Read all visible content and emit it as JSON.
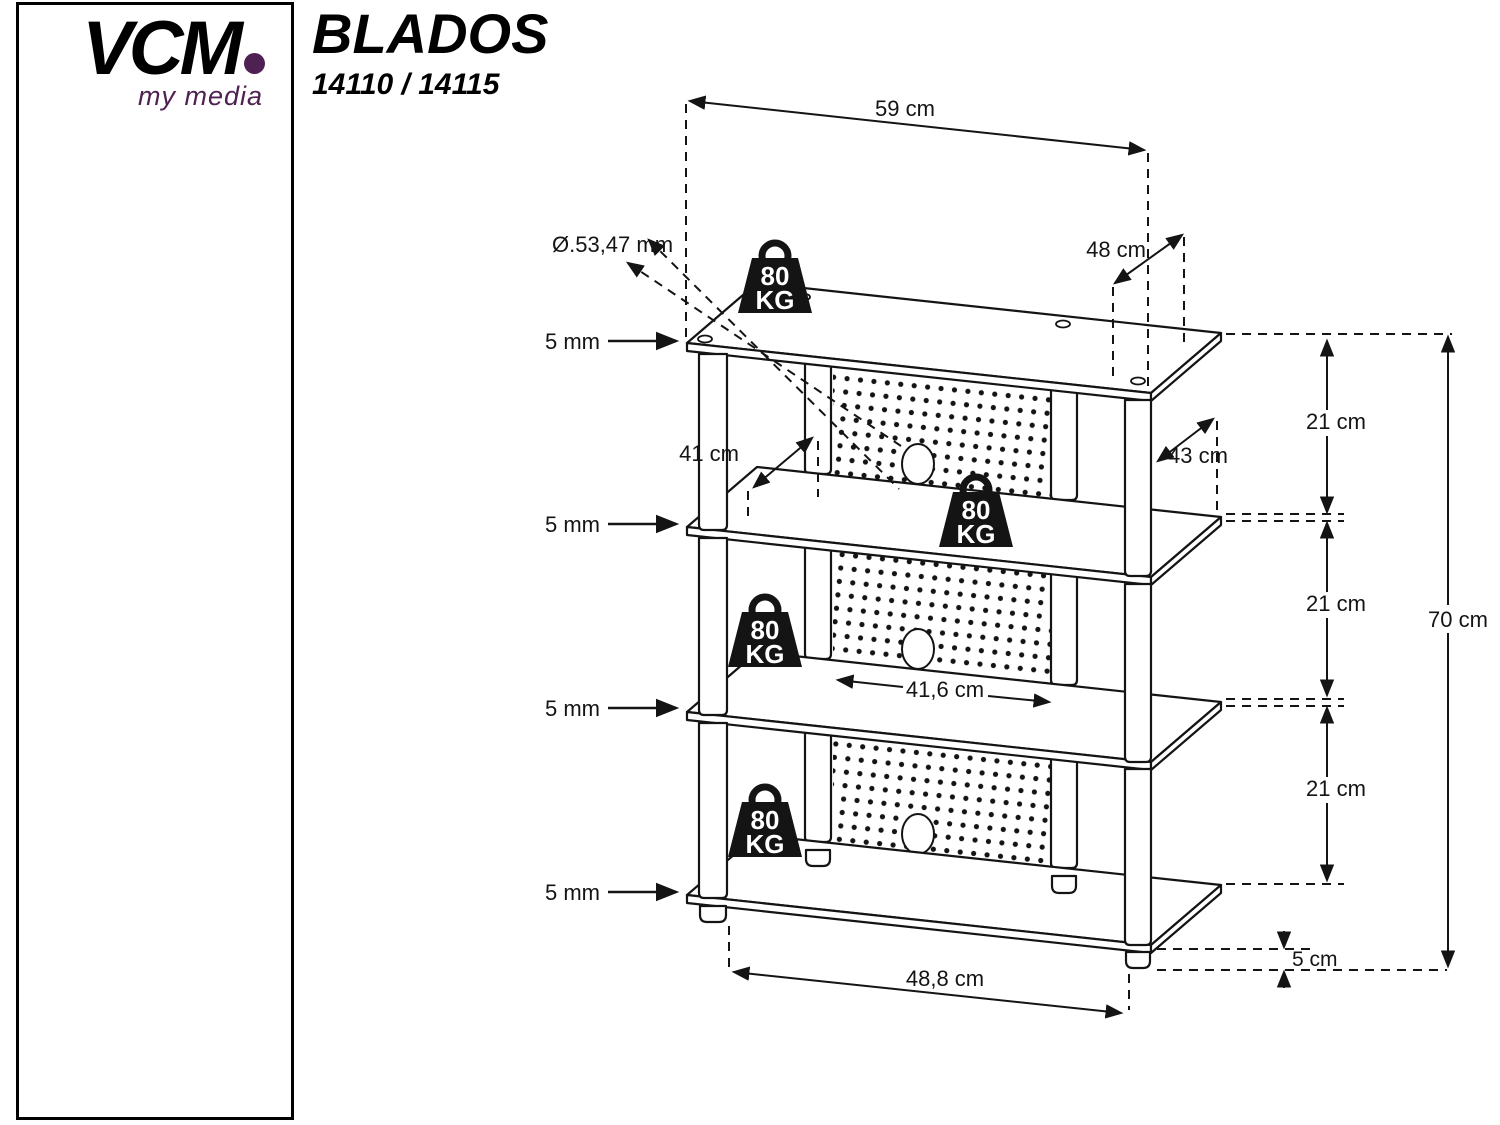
{
  "sidebar": {
    "logo": "VCM",
    "tagline": "my media"
  },
  "header": {
    "title": "BLADOS",
    "model": "14110 / 14115"
  },
  "colors": {
    "accent": "#4f2152",
    "line": "#141414"
  },
  "diagram": {
    "dims": {
      "top_width": "59 cm",
      "top_depth": "48 cm",
      "hole_diameter": "Ø.53,47 mm",
      "glass_thickness": "5 mm",
      "inner_depth_top": "41 cm",
      "inner_depth": "43 cm",
      "inner_width": "41,6 cm",
      "shelf_spacing": "21 cm",
      "total_height": "70 cm",
      "foot_height": "5 cm",
      "base_width": "48,8 cm"
    },
    "load": {
      "value": "80",
      "unit": "KG"
    }
  }
}
